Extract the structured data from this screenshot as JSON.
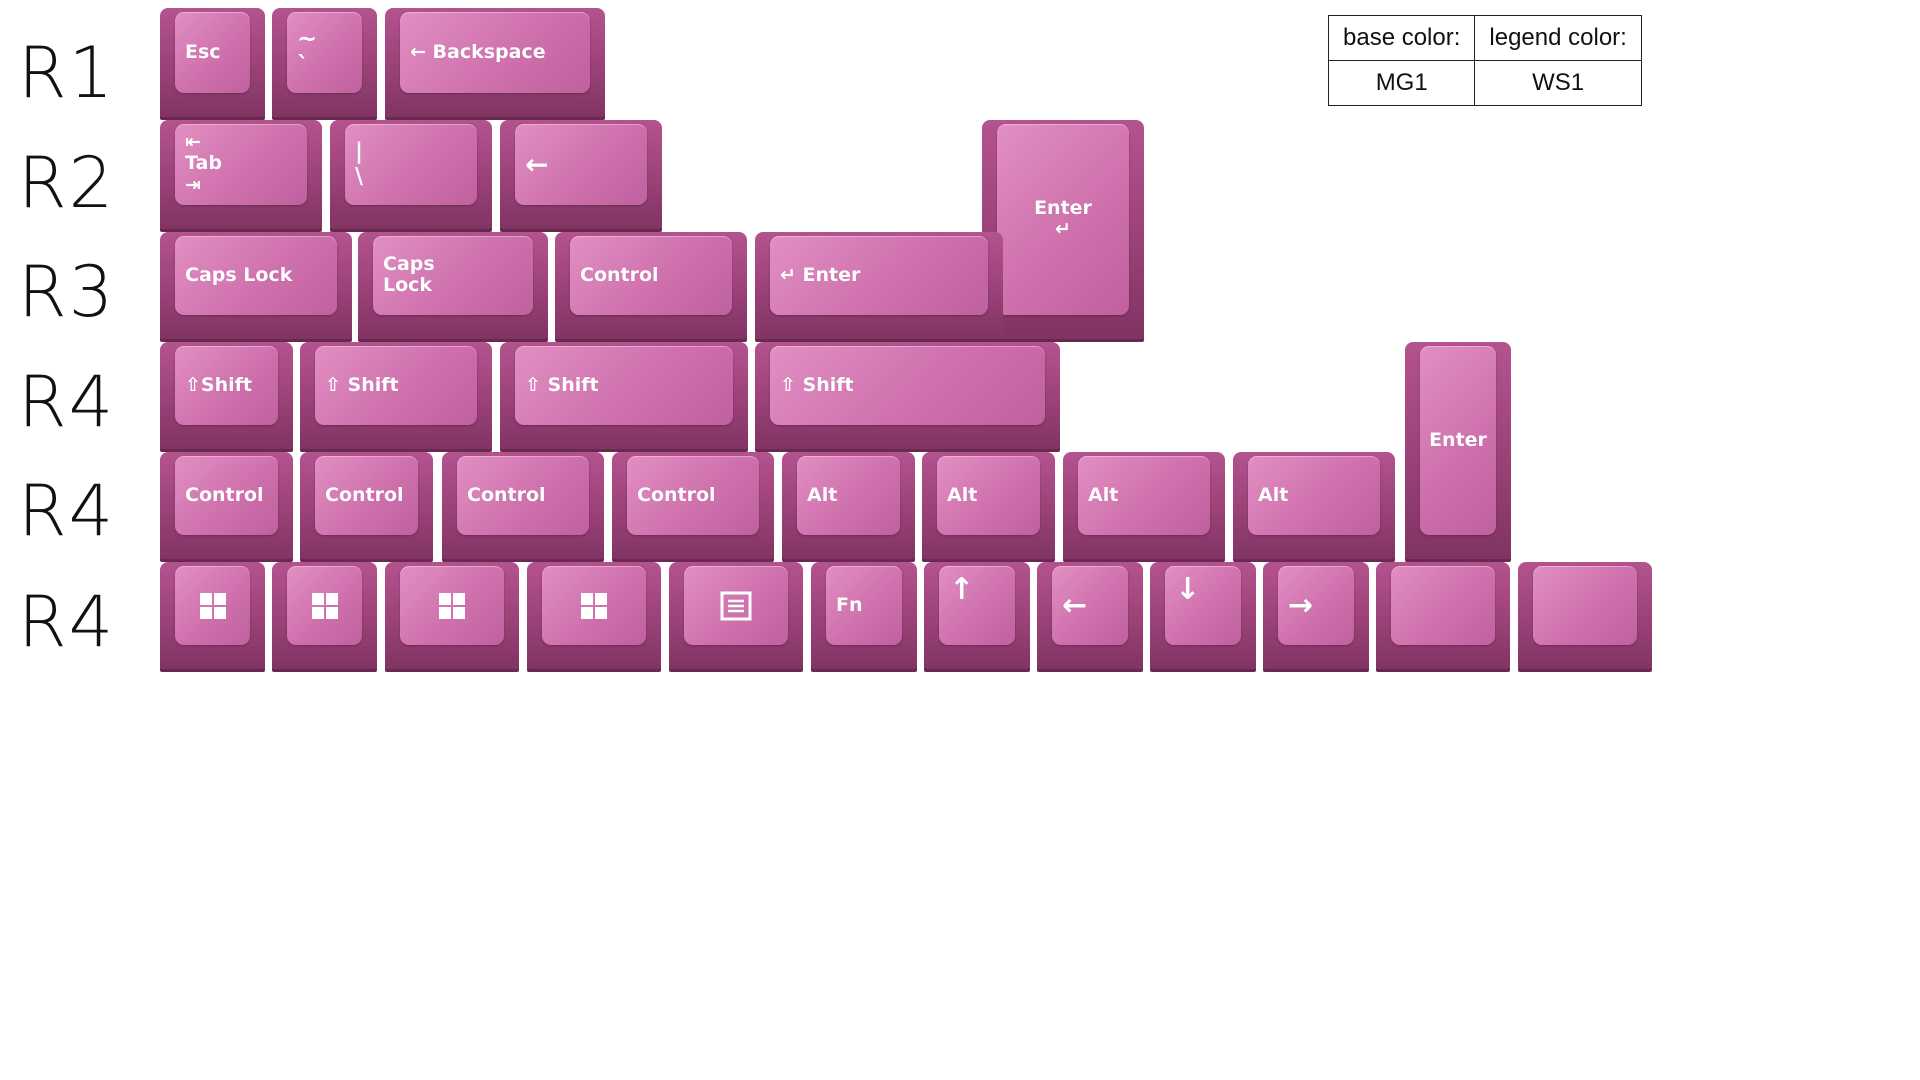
{
  "row_labels": [
    "R1",
    "R2",
    "R3",
    "R4",
    "R4",
    "R4"
  ],
  "spec_table": {
    "base_header": "base color:",
    "legend_header": "legend color:",
    "base_value": "MG1",
    "legend_value": "WS1"
  },
  "colors": {
    "keycap_base": "#c86ba8",
    "keycap_side": "#8f3a6e",
    "legend": "#ffffff"
  },
  "keys": {
    "r1": [
      {
        "label": "Esc",
        "align": "left"
      },
      {
        "label": "~\n`",
        "align": "left"
      },
      {
        "label": "← Backspace",
        "align": "left"
      }
    ],
    "r2": [
      {
        "label": "⇤\nTab\n⇥",
        "align": "left"
      },
      {
        "label": "|\n\\",
        "align": "left"
      },
      {
        "label": "←",
        "align": "left"
      },
      {
        "label": "Enter\n↵",
        "align": "center"
      }
    ],
    "r3": [
      {
        "label": "Caps Lock",
        "align": "left"
      },
      {
        "label": "Caps\nLock",
        "align": "left"
      },
      {
        "label": "Control",
        "align": "left"
      },
      {
        "label": "↵ Enter",
        "align": "left"
      }
    ],
    "r4a": [
      {
        "label": "⇧Shift",
        "align": "left"
      },
      {
        "label": "⇧ Shift",
        "align": "left"
      },
      {
        "label": "⇧ Shift",
        "align": "left"
      },
      {
        "label": "⇧ Shift",
        "align": "left"
      },
      {
        "label": "Enter",
        "align": "center"
      }
    ],
    "r4b": [
      {
        "label": "Control",
        "align": "left"
      },
      {
        "label": "Control",
        "align": "left"
      },
      {
        "label": "Control",
        "align": "left"
      },
      {
        "label": "Control",
        "align": "left"
      },
      {
        "label": "Alt",
        "align": "left"
      },
      {
        "label": "Alt",
        "align": "left"
      },
      {
        "label": "Alt",
        "align": "left"
      },
      {
        "label": "Alt",
        "align": "left"
      }
    ],
    "r4c": [
      {
        "label": "",
        "icon": "windows-icon"
      },
      {
        "label": "",
        "icon": "windows-icon"
      },
      {
        "label": "",
        "icon": "windows-icon"
      },
      {
        "label": "",
        "icon": "windows-icon"
      },
      {
        "label": "",
        "icon": "menu-icon"
      },
      {
        "label": "Fn",
        "align": "left"
      },
      {
        "label": "↑",
        "align": "left"
      },
      {
        "label": "←",
        "align": "left"
      },
      {
        "label": "↓",
        "align": "left"
      },
      {
        "label": "→",
        "align": "left"
      },
      {
        "label": "",
        "icon": "blank"
      },
      {
        "label": "",
        "icon": "blank"
      }
    ]
  }
}
